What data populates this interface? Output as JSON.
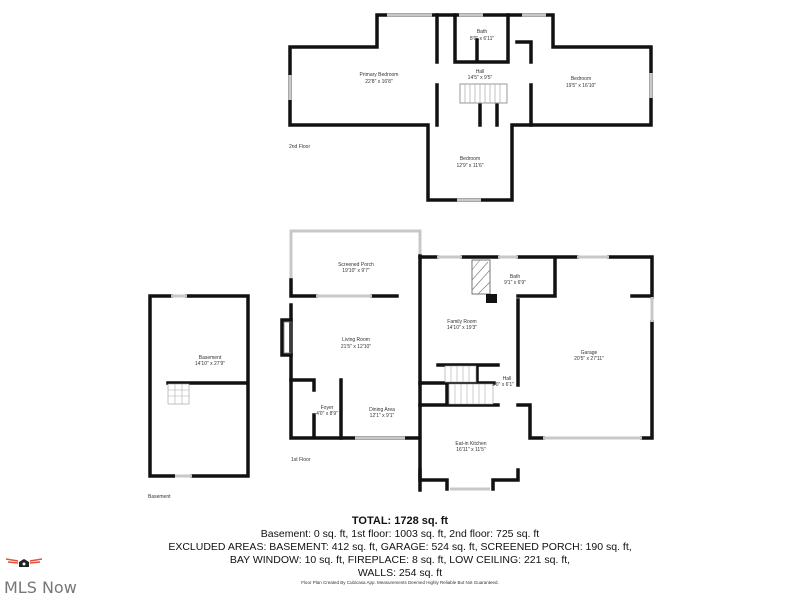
{
  "floors": {
    "second": {
      "label": "2nd Floor",
      "rooms": [
        {
          "name": "Primary Bedroom",
          "size": "22'8\" x 16'8\""
        },
        {
          "name": "Bath",
          "size": "8'0\" x 6'11\""
        },
        {
          "name": "Hall",
          "size": "14'5\" x 9'5\""
        },
        {
          "name": "Bedroom",
          "size": "19'5\" x 16'10\""
        },
        {
          "name": "Bedroom",
          "size": "12'9\" x 11'6\""
        }
      ]
    },
    "first": {
      "label": "1st Floor",
      "rooms": [
        {
          "name": "Screened Porch",
          "size": "19'10\" x 9'7\""
        },
        {
          "name": "Living Room",
          "size": "21'5\" x 12'10\""
        },
        {
          "name": "Family Room",
          "size": "14'10\" x 19'3\""
        },
        {
          "name": "Bath",
          "size": "9'1\" x 6'9\""
        },
        {
          "name": "Garage",
          "size": "20'5\" x 27'11\""
        },
        {
          "name": "Hall",
          "size": "5'0\" x 6'1\""
        },
        {
          "name": "Foyer",
          "size": "4'0\" x 8'9\""
        },
        {
          "name": "Dining Area",
          "size": "12'1\" x 9'1\""
        },
        {
          "name": "Eat-in Kitchen",
          "size": "16'11\" x 11'5\""
        }
      ]
    },
    "basement": {
      "label": "Basement",
      "rooms": [
        {
          "name": "Basement",
          "size": "14'10\" x 27'9\""
        }
      ]
    }
  },
  "summary": {
    "total": "TOTAL: 1728 sq. ft",
    "line1": "Basement: 0 sq. ft, 1st floor: 1003 sq. ft, 2nd floor: 725 sq. ft",
    "line2": "EXCLUDED AREAS: BASEMENT: 412 sq. ft, GARAGE: 524 sq. ft, SCREENED PORCH: 190 sq. ft,",
    "line3": "BAY WINDOW: 10 sq. ft, FIREPLACE: 8 sq. ft, LOW CEILING: 221 sq. ft,",
    "line4": "WALLS: 254 sq. ft",
    "disclaimer": "Floor Plan Created By Cubicasa App. Measurements Deemed Highly Reliable But Not Guaranteed."
  },
  "branding": {
    "logo_text": "MLS Now",
    "accent": "#e0533a"
  }
}
